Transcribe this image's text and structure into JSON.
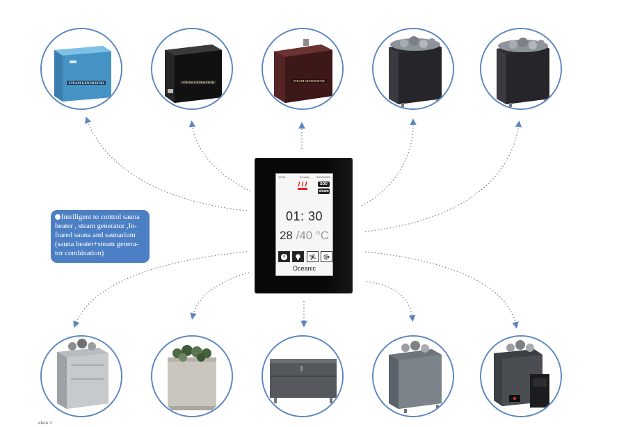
{
  "info_box": {
    "lines": [
      "Intelligent to control sauna",
      "heater , steam generator ,In-",
      "frared sauna and saunarium",
      "(sauna heater+steam genera-",
      "tor combination)"
    ]
  },
  "control_panel": {
    "status_left": "19:30",
    "status_center": "Tuesday",
    "status_right": "29/09/2020",
    "sdd_badge": "SOD",
    "steam_badge": "steam",
    "timer": "01: 30",
    "current_temp": "28",
    "separator": "/",
    "set_temp": "40",
    "unit": "°C",
    "brand": "Oceanic"
  },
  "devices_top": [
    {
      "label": "STEAM GENERATOR",
      "color": "#4f9fcf"
    },
    {
      "label": "STEAM GENERATOR",
      "color": "#1a1a1a"
    },
    {
      "label": "STEAM GENERATOR",
      "color": "#4a1e1e"
    },
    {
      "label": "",
      "color": "#2e2e34"
    },
    {
      "label": "",
      "color": "#2e2e34"
    }
  ],
  "devices_bottom": [
    {
      "label": "",
      "color": "#b8bcc0"
    },
    {
      "label": "",
      "color": "#c9c6bf"
    },
    {
      "label": "",
      "color": "#55595e"
    },
    {
      "label": "",
      "color": "#6f757d"
    },
    {
      "label": "",
      "color": "#3c3f44"
    }
  ],
  "footer": "ukon 3",
  "colors": {
    "accent": "#4c7fc4",
    "arrow": "#5b86c1"
  }
}
